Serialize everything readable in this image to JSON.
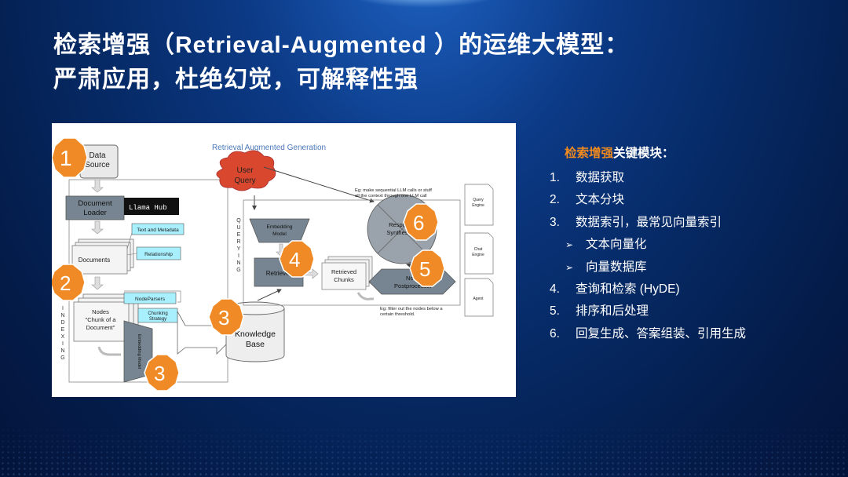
{
  "slide": {
    "title_line1": "检索增强（Retrieval-Augmented ）的运维大模型：",
    "title_line2": "严肃应用，杜绝幻觉，可解释性强"
  },
  "diagram": {
    "heading": "Retrieval Augmented Generation",
    "labels": {
      "data_source": [
        "Data",
        "Source"
      ],
      "document_loader": [
        "Document",
        "Loader"
      ],
      "llama_hub": "Llama Hub",
      "text_metadata": "Text and Metadata",
      "relationship": "Relationship",
      "documents": "Documents",
      "nodes": [
        "Nodes",
        "\"Chunk of a",
        "Document\""
      ],
      "node_parsers": "NodeParsers",
      "chunking_strategy": [
        "Chunking",
        "Strategy"
      ],
      "embedding_model_vertical": "Embedding Model",
      "knowledge_base": [
        "Knowledge",
        "Base"
      ],
      "user_query": [
        "User",
        "Query"
      ],
      "embedding_model": [
        "Embedding",
        "Model"
      ],
      "retriever": "Retriever",
      "retrieved_chunks": [
        "Retrieved",
        "Chunks"
      ],
      "response_synthesizer": [
        "Response",
        "Synthesizer"
      ],
      "node_postprocessor": [
        "Node",
        "Postprocessor"
      ],
      "note_top": [
        "Eg: make sequential LLM calls or stuff",
        "all the context through one LLM call"
      ],
      "note_bottom": [
        "Eg: filter out the nodes below a",
        "certain threshold."
      ],
      "query_engine": [
        "Query",
        "Engine"
      ],
      "chat_engine": [
        "Chat",
        "Engine"
      ],
      "agent": "Agent",
      "indexing": "I N D E X I N G",
      "querying": "Q U E R Y I N G"
    },
    "badges": [
      "1",
      "2",
      "3",
      "3",
      "4",
      "5",
      "6"
    ],
    "badge_color": "#ef8a26"
  },
  "panel": {
    "heading_highlight": "检索增强",
    "heading_rest": "关键模块：",
    "items": [
      {
        "num": "1.",
        "text": "数据获取"
      },
      {
        "num": "2.",
        "text": "文本分块"
      },
      {
        "num": "3.",
        "text": "数据索引，最常见向量索引"
      },
      {
        "sub": true,
        "arrow": "➢",
        "text": "文本向量化"
      },
      {
        "sub": true,
        "arrow": "➢",
        "text": "向量数据库"
      },
      {
        "num": "4.",
        "text": "查询和检索 (HyDE)"
      },
      {
        "num": "5.",
        "text": "排序和后处理"
      },
      {
        "num": "6.",
        "text": "回复生成、答案组装、引用生成"
      }
    ]
  }
}
